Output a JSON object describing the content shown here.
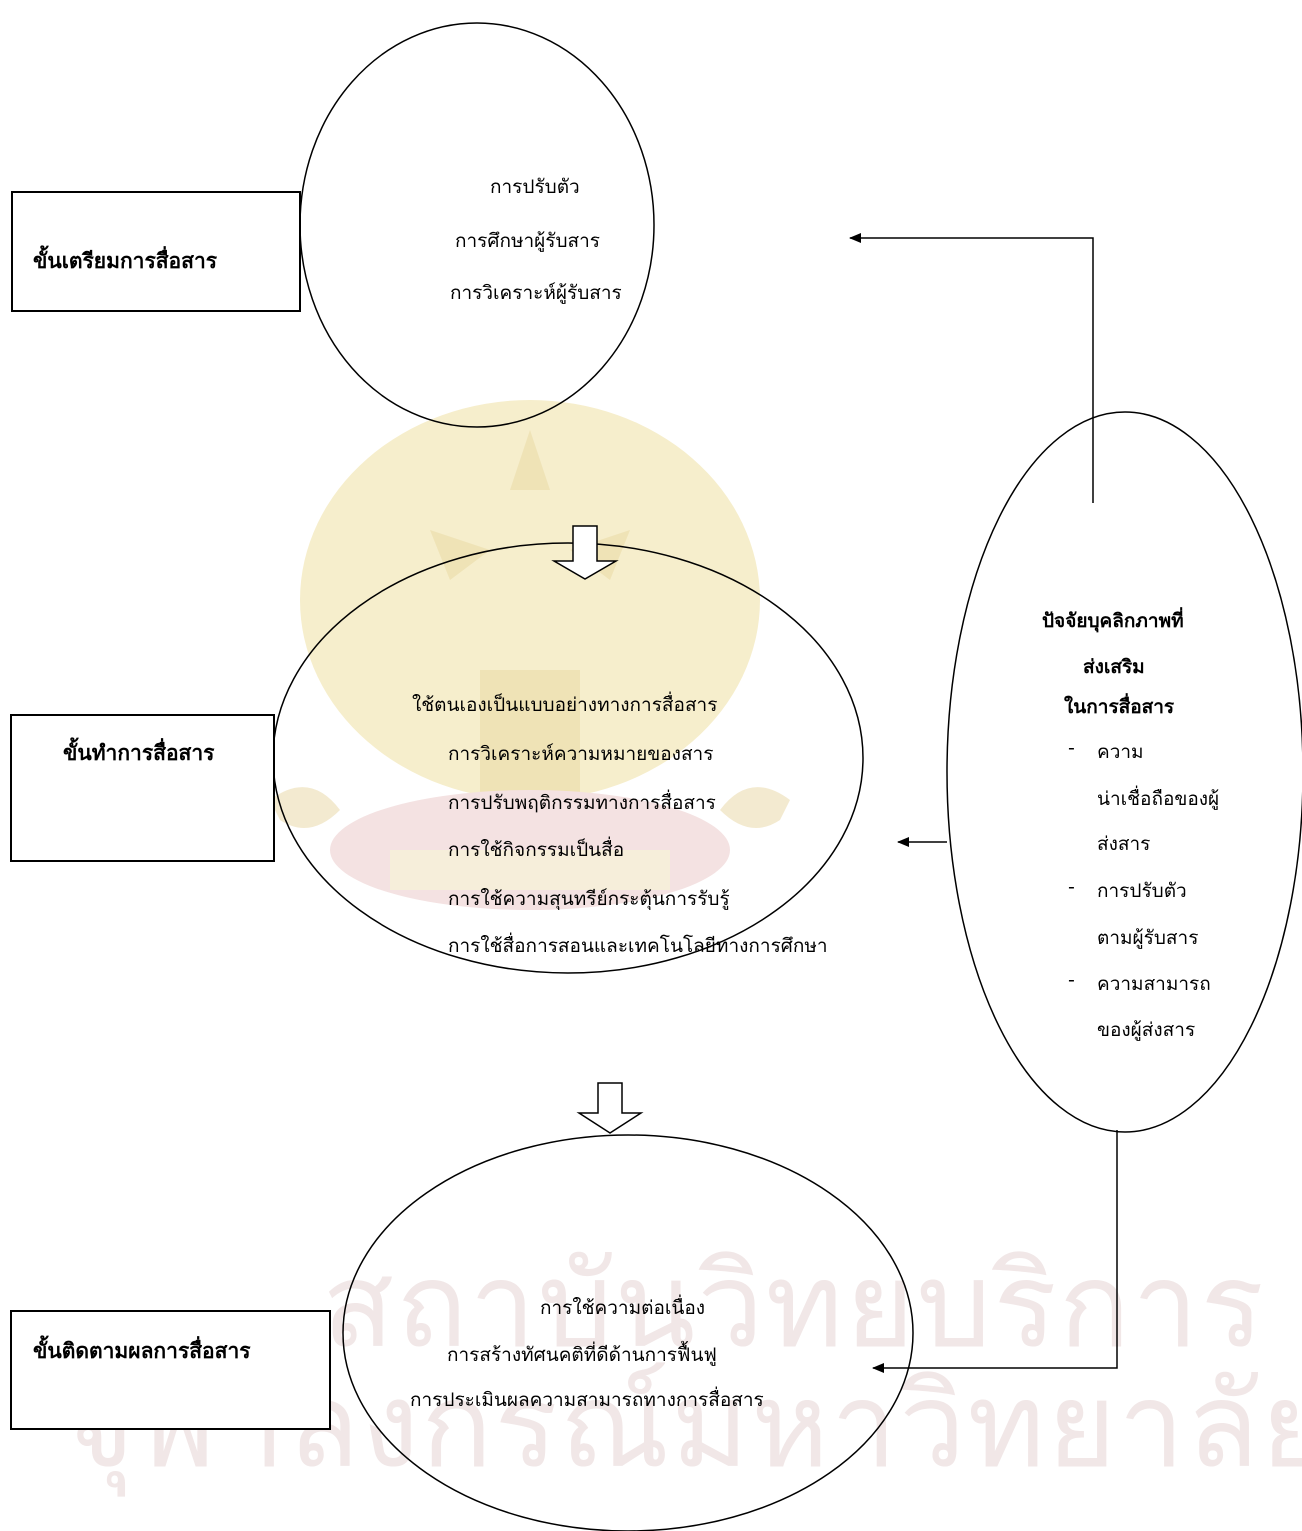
{
  "stages": {
    "preparation": "ขั้นเตรียมการสื่อสาร",
    "execution": "ขั้นทำการสื่อสาร",
    "followup": "ขั้นติดตามผลการสื่อสาร"
  },
  "prep_items": [
    "การปรับตัว",
    "การศึกษาผู้รับสาร",
    "การวิเคราะห์ผู้รับสาร"
  ],
  "exec_items": [
    "ใช้ตนเองเป็นแบบอย่างทางการสื่อสาร",
    "การวิเคราะห์ความหมายของสาร",
    "การปรับพฤติกรรมทางการสื่อสาร",
    "การใช้กิจกรรมเป็นสื่อ",
    "การใช้ความสุนทรีย์กระตุ้นการรับรู้",
    "การใช้สื่อการสอนและเทคโนโลยีทางการศึกษา"
  ],
  "followup_items": [
    "การใช้ความต่อเนื่อง",
    "การสร้างทัศนคติที่ดีด้านการฟื้นฟู",
    "การประเมินผลความสามารถทางการสื่อสาร"
  ],
  "factors": {
    "title_lines": [
      "ปัจจัยบุคลิกภาพที่",
      "ส่งเสริม",
      "ในการสื่อสาร"
    ],
    "bullet_marker": "-",
    "bullets": [
      [
        "ความ",
        "น่าเชื่อถือของผู้",
        "ส่งสาร"
      ],
      [
        "การปรับตัว",
        "ตามผู้รับสาร"
      ],
      [
        "ความสามารถ",
        "ของผู้ส่งสาร"
      ]
    ]
  },
  "watermark": {
    "line1": "สถาบันวิทยบริการ",
    "line2": "จุฬาลงกรณ์มหาวิทยาลัย"
  }
}
